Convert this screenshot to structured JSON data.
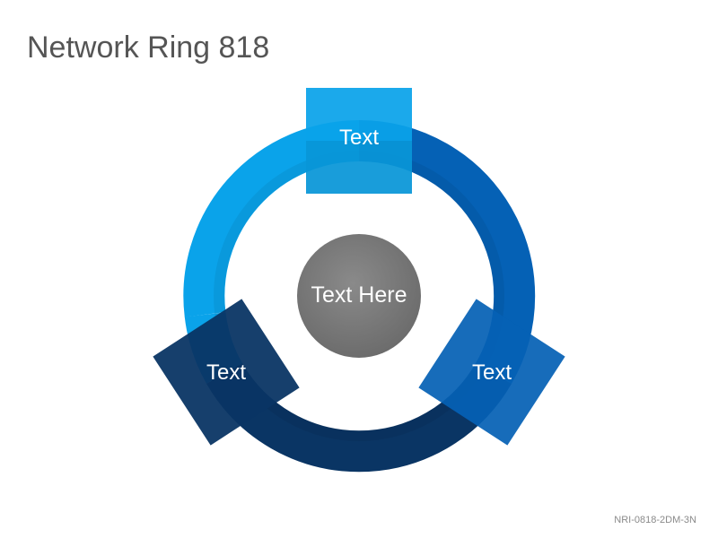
{
  "title": "Network Ring 818",
  "center": {
    "label": "Text Here"
  },
  "nodes": [
    {
      "label": "Text"
    },
    {
      "label": "Text"
    },
    {
      "label": "Text"
    }
  ],
  "footer": {
    "code": "NRI-0818-2DM-3N"
  },
  "colors": {
    "light_blue": "#0aa3ea",
    "medium_blue": "#0561b5",
    "dark_navy": "#0a3564",
    "center_gray": "#787878",
    "title_gray": "#555555"
  }
}
